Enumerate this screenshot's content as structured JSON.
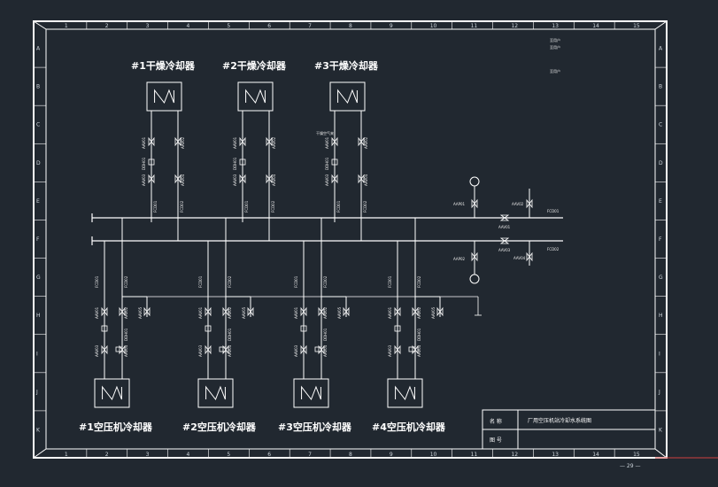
{
  "drawing": {
    "column_labels": [
      "1",
      "2",
      "3",
      "4",
      "5",
      "6",
      "7",
      "8",
      "9",
      "10",
      "11",
      "12",
      "13",
      "14",
      "15"
    ],
    "row_labels": [
      "A",
      "B",
      "C",
      "D",
      "E",
      "F",
      "G",
      "H",
      "I",
      "J",
      "K"
    ],
    "dryers": [
      {
        "title": "#1干燥冷却器",
        "valve_left_top": "AAV01",
        "valve_right_top": "AAV02",
        "valve_left_bot": "AAV03",
        "valve_right_bot": "AAV04",
        "sensor": "DDH01",
        "pipe_left": "FCD01",
        "pipe_right": "FCD02"
      },
      {
        "title": "#2干燥冷却器",
        "valve_left_top": "AAV01",
        "valve_right_top": "AAV02",
        "valve_left_bot": "AAV03",
        "valve_right_bot": "AAV04",
        "sensor": "DDH01",
        "pipe_left": "FCD01",
        "pipe_right": "FCD02"
      },
      {
        "title": "#3干燥冷却器",
        "valve_left_top": "AAV01",
        "valve_right_top": "AAV02",
        "valve_left_bot": "AAV03",
        "valve_right_bot": "AAV04",
        "sensor": "DDH01",
        "pipe_left": "FCD01",
        "pipe_right": "FCD02"
      }
    ],
    "compressors": [
      {
        "title": "#1空压机冷却器",
        "pipe_left": "FCD01",
        "pipe_right": "FCD02",
        "valve_a": "AAV01",
        "valve_b": "AAV02",
        "valve_c": "AAV03",
        "valve_d": "AAV04",
        "valve_e": "AAV05",
        "sensor": "DDH01"
      },
      {
        "title": "#2空压机冷却器",
        "pipe_left": "FCD01",
        "pipe_right": "FCD02",
        "valve_a": "AAV01",
        "valve_b": "AAV02",
        "valve_c": "AAV03",
        "valve_d": "AAV04",
        "valve_e": "AAV05",
        "sensor": "DDH01"
      },
      {
        "title": "#3空压机冷却器",
        "pipe_left": "FCD01",
        "pipe_right": "FCD02",
        "valve_a": "AAV01",
        "valve_b": "AAV02",
        "valve_c": "AAV03",
        "valve_d": "AAV04",
        "valve_e": "AAV05",
        "sensor": "DDH01"
      },
      {
        "title": "#4空压机冷却器",
        "pipe_left": "FCD01",
        "pipe_right": "FCD02",
        "valve_a": "AAV01",
        "valve_b": "AAV02",
        "valve_c": "AAV03",
        "valve_d": "AAV04",
        "valve_e": "AAV05",
        "sensor": "DDH01"
      }
    ],
    "dryer3_note": "干燥空气来",
    "header_supply": "FCD01",
    "header_return": "FCD02",
    "pump_top_label": "AAP01",
    "pump_bottom_label": "AAP02",
    "valve_v01": "AAV01",
    "valve_v02": "AAV02",
    "valve_v03": "AAV03",
    "valve_v04": "AAV04",
    "legend_lines": [
      "至用户",
      "至用户",
      "至用户"
    ],
    "title_block": {
      "name_label": "名 称",
      "name_value": "厂用空压机站冷却水系统图",
      "number_label": "图 号",
      "number_value": ""
    },
    "page_number": "— 29 —"
  }
}
